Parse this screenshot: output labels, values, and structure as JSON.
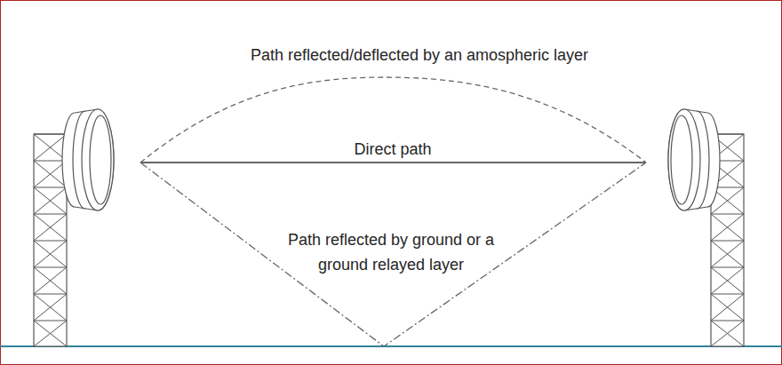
{
  "diagram": {
    "labels": [
      "Path reflected/deflected by an amospheric layer",
      "Direct path",
      "Path reflected by ground or a ground relayed layer"
    ]
  }
}
